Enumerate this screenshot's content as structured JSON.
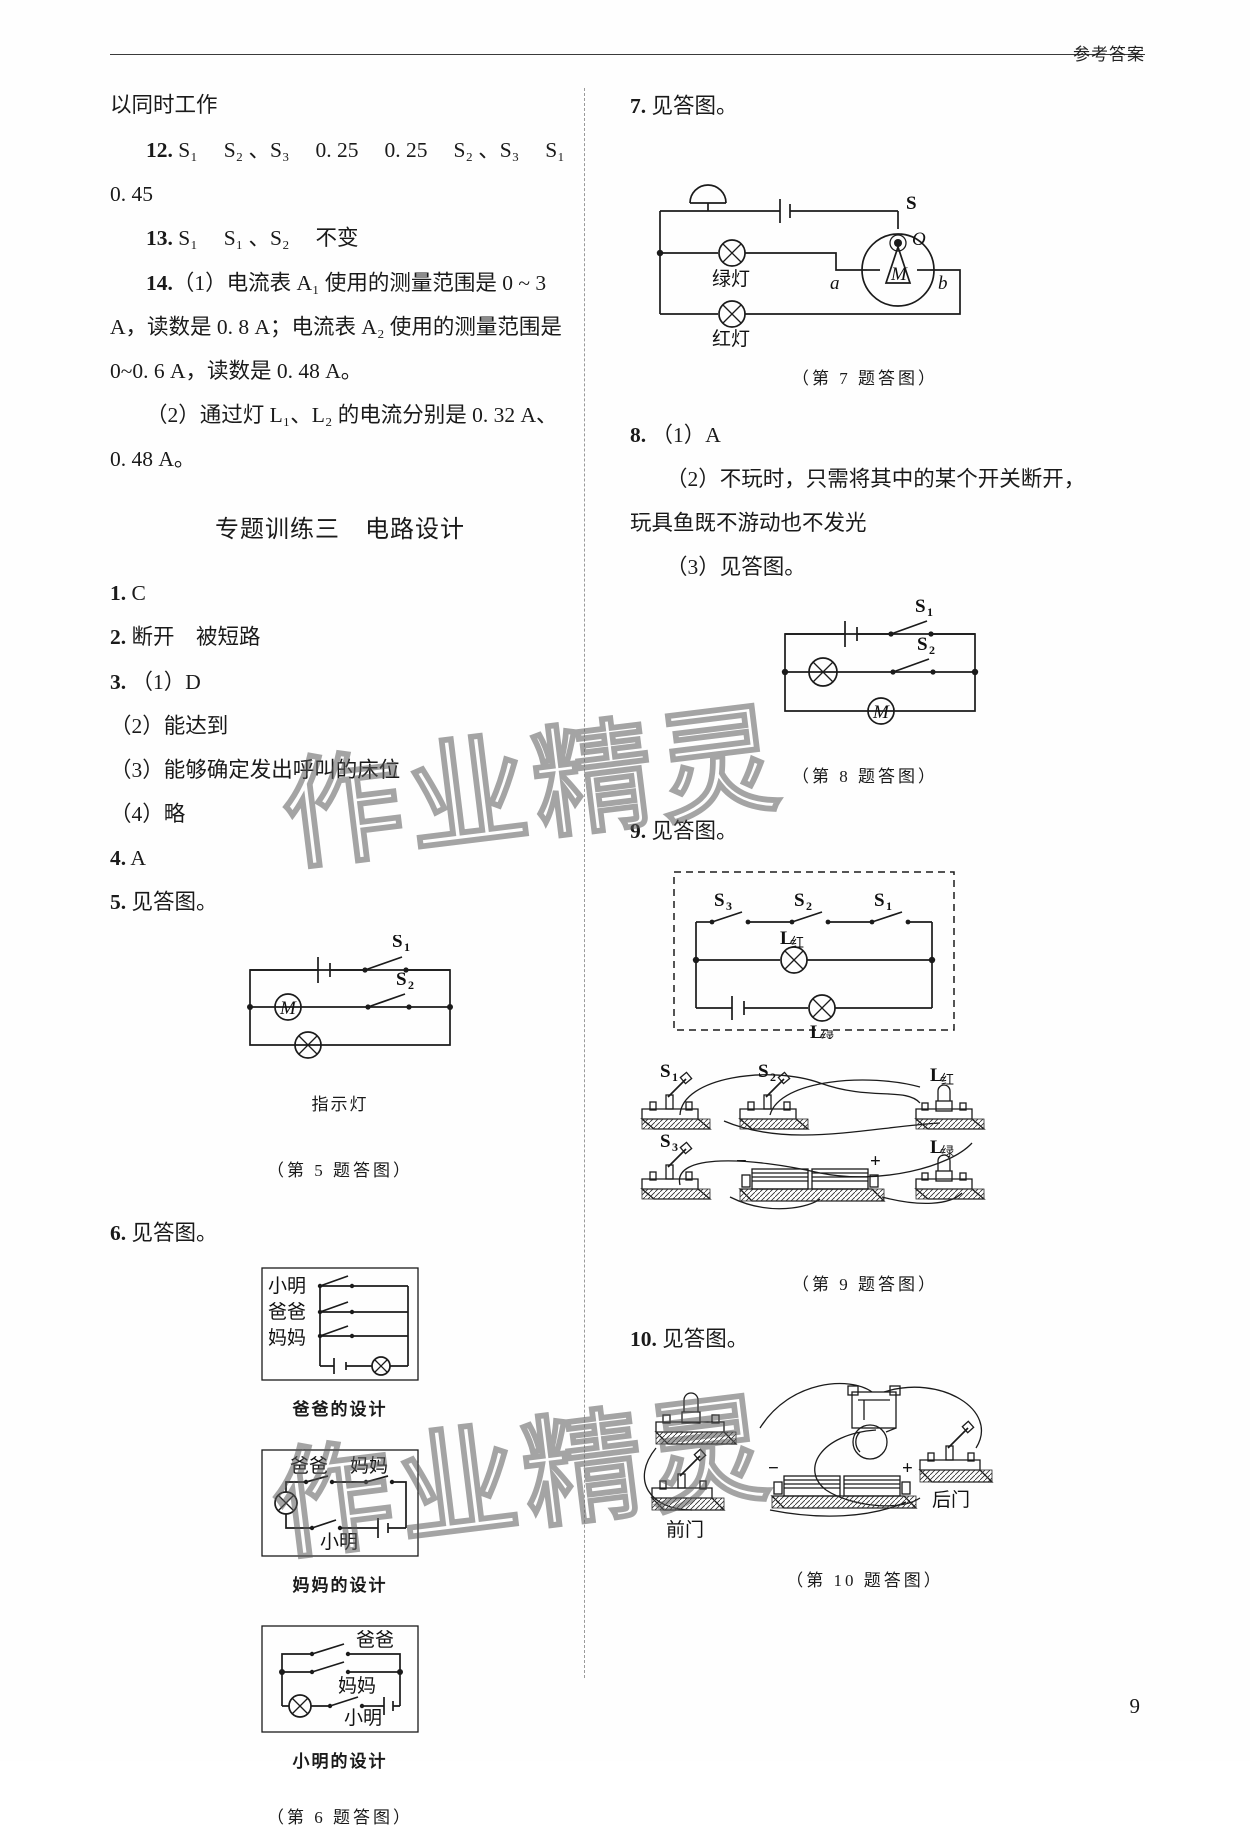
{
  "header": {
    "title": "参考答案",
    "page_number": "9"
  },
  "watermark": {
    "text": "作业精灵"
  },
  "left_column": {
    "lines": [
      {
        "id": "cont",
        "text": "以同时工作"
      }
    ],
    "q12": {
      "number": "12.",
      "items": [
        "S₁",
        "S₂ 、S₃",
        "0. 25",
        "0. 25",
        "S₂ 、S₃",
        "S₁"
      ],
      "wrap": "0. 45"
    },
    "q13": {
      "number": "13.",
      "items": [
        "S₁",
        "S₁ 、S₂",
        "不变"
      ]
    },
    "q14": {
      "number": "14.",
      "part1": "（1）电流表 A₁ 使用的测量范围是 0 ~ 3 A，读数是 0. 8 A；电流表 A₂ 使用的测量范围是 0~0. 6 A，读数是 0. 48 A。",
      "part2": "（2）通过灯 L₁、L₂ 的电流分别是 0. 32 A、0. 48 A。"
    },
    "section_title": "专题训练三　电路设计",
    "q1": {
      "number": "1.",
      "text": "C"
    },
    "q2": {
      "number": "2.",
      "text": "断开　被短路"
    },
    "q3": {
      "number": "3.",
      "p1": "（1）D",
      "p2": "（2）能达到",
      "p3": "（3）能够确定发出呼叫的床位",
      "p4": "（4）略"
    },
    "q4": {
      "number": "4.",
      "text": "A"
    },
    "q5": {
      "number": "5.",
      "text": "见答图。",
      "figure": {
        "labels": {
          "s1": "S",
          "s1sub": "1",
          "s2": "S",
          "s2sub": "2",
          "motor": "M",
          "lamp_caption": "指示灯"
        },
        "caption": "（第 5 题答图）"
      }
    },
    "q6": {
      "number": "6.",
      "text": "见答图。",
      "fig_a": {
        "rows": [
          "小明",
          "爸爸",
          "妈妈"
        ],
        "caption": "爸爸的设计"
      },
      "fig_b": {
        "top_left": "爸爸",
        "top_right": "妈妈",
        "bottom": "小明",
        "caption": "妈妈的设计"
      },
      "fig_c": {
        "top": "爸爸",
        "middle": "妈妈",
        "bottom": "小明",
        "caption": "小明的设计"
      },
      "caption": "（第 6 题答图）"
    }
  },
  "right_column": {
    "q7": {
      "number": "7.",
      "text": "见答图。",
      "figure": {
        "green_lamp": "绿灯",
        "red_lamp": "红灯",
        "s": "S",
        "o": "O",
        "m": "M",
        "a": "a",
        "b": "b"
      },
      "caption": "（第 7 题答图）"
    },
    "q8": {
      "number": "8.",
      "p1": "（1）A",
      "p2": "（2）不玩时，只需将其中的某个开关断开，玩具鱼既不游动也不发光",
      "p3": "（3）见答图。",
      "figure": {
        "s1": "S",
        "s1sub": "1",
        "s2": "S",
        "s2sub": "2",
        "motor": "M"
      },
      "caption": "（第 8 题答图）"
    },
    "q9": {
      "number": "9.",
      "text": "见答图。",
      "figure_schematic": {
        "s3": "S",
        "s3sub": "3",
        "s2": "S",
        "s2sub": "2",
        "s1": "S",
        "s1sub": "1",
        "lamp_red": "L",
        "lamp_red_sub": "红",
        "lamp_green": "L",
        "lamp_green_sub": "绿"
      },
      "figure_pictorial": {
        "s1": "S",
        "s1sub": "1",
        "s2": "S",
        "s2sub": "2",
        "s3": "S",
        "s3sub": "3",
        "lamp_red": "L",
        "lamp_red_sub": "红",
        "lamp_green": "L",
        "lamp_green_sub": "绿",
        "battery_minus": "−",
        "battery_plus": "+"
      },
      "caption": "（第 9 题答图）"
    },
    "q10": {
      "number": "10.",
      "text": "见答图。",
      "figure": {
        "front_door": "前门",
        "back_door": "后门",
        "battery_minus": "−",
        "battery_plus": "+"
      },
      "caption": "（第 10 题答图）"
    }
  }
}
